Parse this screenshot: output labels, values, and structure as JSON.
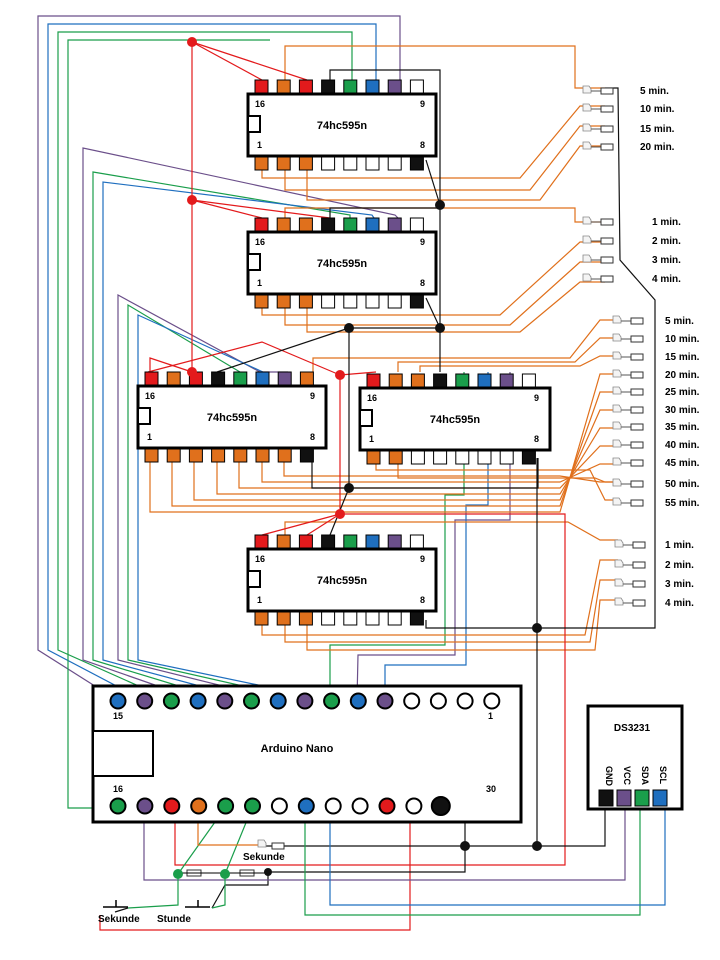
{
  "colors": {
    "red": "#e31a1c",
    "orange": "#e0701c",
    "black": "#111111",
    "green": "#1a9e4b",
    "blue": "#1f6fbf",
    "purple": "#6b4f8a",
    "white": "#ffffff"
  },
  "chips": [
    {
      "name": "74hc595n",
      "top_pins": [
        "red",
        "orange",
        "red",
        "black",
        "green",
        "blue",
        "purple",
        "white"
      ],
      "bottom_pins": [
        "orange",
        "orange",
        "orange",
        "white",
        "white",
        "white",
        "white",
        "black"
      ],
      "pin16": "16",
      "pin9": "9",
      "pin1": "1",
      "pin8": "8"
    },
    {
      "name": "74hc595n",
      "top_pins": [
        "red",
        "orange",
        "orange",
        "black",
        "green",
        "blue",
        "purple",
        "white"
      ],
      "bottom_pins": [
        "orange",
        "orange",
        "orange",
        "white",
        "white",
        "white",
        "white",
        "black"
      ],
      "pin16": "16",
      "pin9": "9",
      "pin1": "1",
      "pin8": "8"
    },
    {
      "name": "74hc595n",
      "top_pins": [
        "red",
        "orange",
        "red",
        "black",
        "green",
        "blue",
        "purple",
        "orange"
      ],
      "bottom_pins": [
        "orange",
        "orange",
        "orange",
        "orange",
        "orange",
        "orange",
        "orange",
        "black"
      ],
      "pin16": "16",
      "pin9": "9",
      "pin1": "1",
      "pin8": "8"
    },
    {
      "name": "74hc595n",
      "top_pins": [
        "red",
        "orange",
        "orange",
        "black",
        "green",
        "blue",
        "purple",
        "white"
      ],
      "bottom_pins": [
        "orange",
        "orange",
        "white",
        "white",
        "white",
        "white",
        "white",
        "black"
      ],
      "pin16": "16",
      "pin9": "9",
      "pin1": "1",
      "pin8": "8"
    },
    {
      "name": "74hc595n",
      "top_pins": [
        "red",
        "orange",
        "red",
        "black",
        "green",
        "blue",
        "purple",
        "white"
      ],
      "bottom_pins": [
        "orange",
        "orange",
        "orange",
        "white",
        "white",
        "white",
        "white",
        "black"
      ],
      "pin16": "16",
      "pin9": "9",
      "pin1": "1",
      "pin8": "8"
    }
  ],
  "arduino": {
    "name": "Arduino Nano",
    "top_pins": [
      "blue",
      "purple",
      "green",
      "blue",
      "purple",
      "green",
      "blue",
      "purple",
      "green",
      "blue",
      "purple",
      "white",
      "white",
      "white",
      "white"
    ],
    "bottom_pins": [
      "green",
      "purple",
      "red",
      "orange",
      "green",
      "green",
      "white",
      "blue",
      "white",
      "white",
      "red",
      "white",
      "black"
    ],
    "pin15": "15",
    "pin1": "1",
    "pin16": "16",
    "pin30": "30"
  },
  "rtc": {
    "name": "DS3231",
    "pins": [
      "GND",
      "VCC",
      "SDA",
      "SCL"
    ],
    "pin_colors": [
      "black",
      "purple",
      "green",
      "blue"
    ]
  },
  "led_groups": [
    {
      "labels": [
        "5 min.",
        "10 min.",
        "15 min.",
        "20 min."
      ]
    },
    {
      "labels": [
        "1 min.",
        "2 min.",
        "3 min.",
        "4 min."
      ]
    },
    {
      "labels": [
        "5 min.",
        "10 min.",
        "15 min.",
        "20 min.",
        "25 min.",
        "30 min.",
        "35 min.",
        "40 min.",
        "45 min.",
        "50 min.",
        "55 min."
      ]
    },
    {
      "labels": [
        "1 min.",
        "2 min.",
        "3 min.",
        "4 min."
      ]
    }
  ],
  "seconds_led": "Sekunde",
  "buttons": [
    "Sekunde",
    "Stunde"
  ]
}
